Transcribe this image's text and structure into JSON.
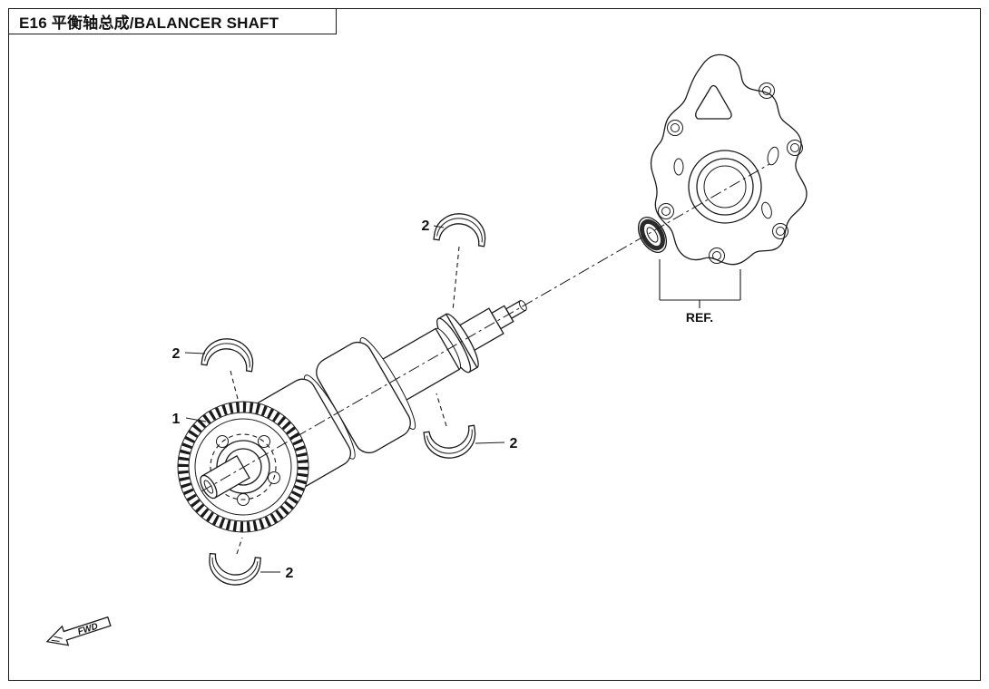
{
  "title": "E16 平衡轴总成/BALANCER SHAFT",
  "callouts": {
    "part1": "1",
    "part2_top": "2",
    "part2_left": "2",
    "part2_right": "2",
    "part2_bottom": "2",
    "ref_label": "REF.",
    "fwd_label": "FWD"
  },
  "parts": [
    {
      "callout": "1",
      "shape": "balancer-gear-with-shaft"
    },
    {
      "callout": "2",
      "shape": "bearing-shell",
      "quantity_shown": 4
    },
    {
      "callout": "REF.",
      "shape": "cover-plate-with-oil-seal"
    }
  ],
  "colors": {
    "line": "#1a1a1a",
    "background": "#ffffff",
    "seal_ring": "#2b2b2b"
  },
  "icons": {
    "fwd_arrow": "forward-direction-arrow"
  }
}
